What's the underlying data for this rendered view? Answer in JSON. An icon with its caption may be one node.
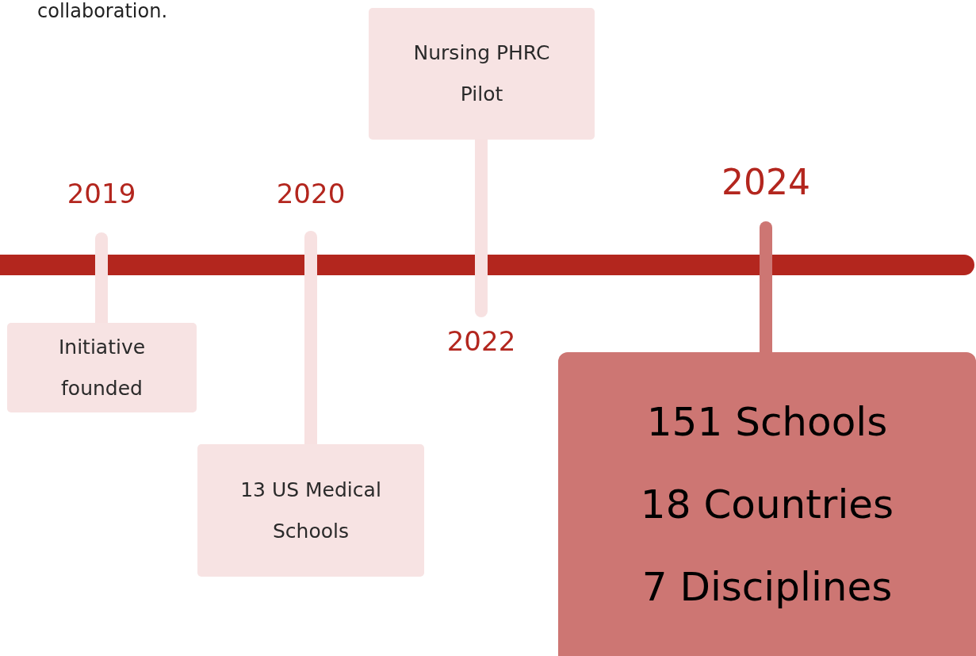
{
  "diagram": {
    "nodes": [
      {
        "text": [],
        "shape": "bar"
      },
      {
        "text": [
          "Initiative founded"
        ]
      },
      {
        "text": [
          "13 US Medical Schools"
        ]
      },
      {
        "text": [
          "Nursing PHRC Pilot"
        ]
      },
      {
        "text": [
          "151 Schools",
          "18 Countries",
          "7 Disciplines"
        ]
      }
    ],
    "edges": [
      {
        "from": 1,
        "to": 0,
        "arrow": "none"
      },
      {
        "from": 2,
        "to": 0,
        "arrow": "none"
      },
      {
        "from": 3,
        "to": 0,
        "arrow": "none"
      },
      {
        "from": 4,
        "to": 0,
        "arrow": "none",
        "color": "#cd7673"
      }
    ],
    "labels": [
      "collaboration.",
      "2019",
      "2020",
      "2024",
      "2022"
    ]
  }
}
